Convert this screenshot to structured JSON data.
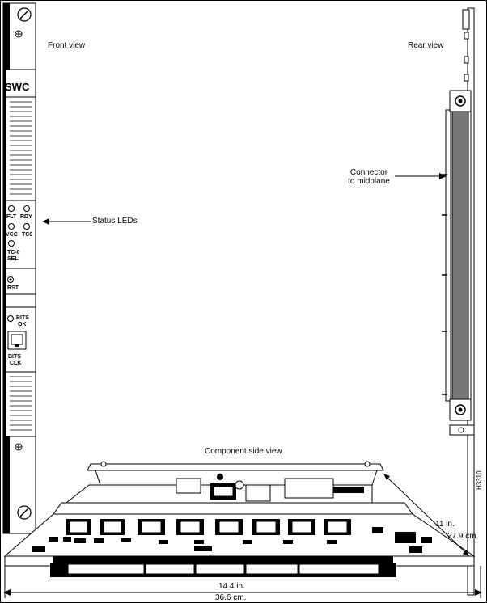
{
  "labels": {
    "front_view": "Front view",
    "rear_view": "Rear view",
    "status_leds": "Status LEDs",
    "connector_line1": "Connector",
    "connector_line2": "to midplane",
    "component_side_view": "Component side view",
    "depth_in": "11 in.",
    "depth_cm": "27.9 cm.",
    "width_in": "14.4 in.",
    "width_cm": "36.6 cm.",
    "figure_id": "H3310"
  },
  "faceplate": {
    "module_name": "SWC",
    "led_flt": "FLT",
    "led_rdy": "RDY",
    "led_vcc": "VCC",
    "led_tc0": "TC0",
    "led_tc_line1": "TC-0",
    "led_tc_line2": "SEL",
    "rst": "RST",
    "bits_ok_line1": "BITS",
    "bits_ok_line2": "OK",
    "bits_clk_line1": "BITS",
    "bits_clk_line2": "CLK"
  }
}
